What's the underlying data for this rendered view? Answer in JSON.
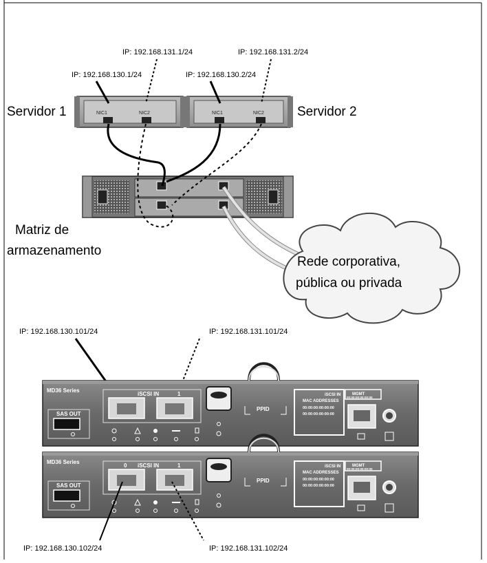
{
  "top": {
    "server1": {
      "label": "Servidor 1",
      "nic1": "NIC1",
      "nic2": "NIC2",
      "ip_nic1": "IP: 192.168.130.1/24",
      "ip_nic2": "IP: 192.168.131.1/24"
    },
    "server2": {
      "label": "Servidor 2",
      "nic1": "NIC1",
      "nic2": "NIC2",
      "ip_nic1": "IP: 192.168.130.2/24",
      "ip_nic2": "IP: 192.168.131.2/24"
    },
    "storage_label_line1": "Matriz de",
    "storage_label_line2": "armazenamento",
    "cloud_line1": "Rede corporativa,",
    "cloud_line2": "pública ou privada"
  },
  "controllers": [
    {
      "series": "MD36 Series",
      "sas_out": "SAS OUT",
      "iscsi_in": "iSCSI IN",
      "port0": "",
      "port1": "1",
      "ppid": "PPID",
      "mgmt_iscsi": "iSCSI IN",
      "mgmt": "MGMT",
      "mac_header": "MAC ADDRESSES",
      "mac0": "00:00:00:00:00:00",
      "mac1": "00:00:00:00:00:00",
      "mac_mgmt": "00:00:00:00:00:00",
      "ip_port0": "IP: 192.168.130.101/24",
      "ip_port1": "IP: 192.168.131.101/24"
    },
    {
      "series": "MD36 Series",
      "sas_out": "SAS OUT",
      "iscsi_in": "iSCSI IN",
      "port0": "0",
      "port1": "1",
      "ppid": "PPID",
      "mgmt_iscsi": "iSCSI IN",
      "mgmt": "MGMT",
      "mac_header": "MAC ADDRESSES",
      "mac0": "00:00:00:00:00:00",
      "mac1": "00:00:00:00:00:00",
      "mac_mgmt": "00:00:00:00:00:00",
      "ip_port0": "IP: 192.168.130.102/24",
      "ip_port1": "IP: 192.168.131.102/24"
    }
  ],
  "icons": [
    "power-led-icon",
    "warning-icon",
    "battery-icon",
    "wrench-icon",
    "lock-icon",
    "network-icon",
    "serial-icon"
  ],
  "colors": {
    "chassis": "#6e6e6e",
    "server": "#a8a8a8",
    "cloud": "#f2f2f2",
    "lan_cable": "#d9d9d9"
  }
}
